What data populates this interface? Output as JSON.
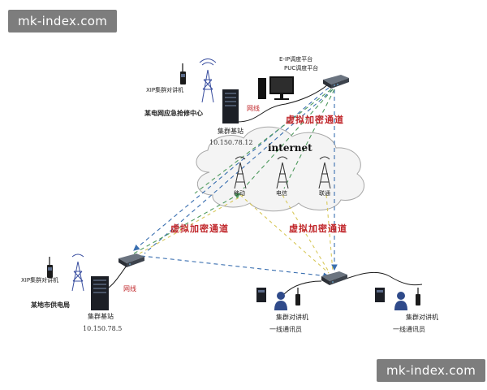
{
  "watermarks": {
    "top": "mk-index.com",
    "bottom": "mk-index.com"
  },
  "nodes": {
    "top_site": {
      "radio_label": "XIP集群对讲机",
      "station_label": "集群基站",
      "site_label": "某电网应急抢修中心",
      "ip": "10.150.78.12",
      "cable_label": "网线",
      "pc_label_1": "E-IP调度平台",
      "pc_label_2": "PUC调度平台"
    },
    "left_site": {
      "radio_label": "XIP集群对讲机",
      "station_label": "集群基站",
      "site_label": "某地市供电局",
      "ip": "10.150.78.5",
      "cable_label": "网线"
    },
    "internet": {
      "label": "internet",
      "towers": [
        "移动",
        "电信",
        "联通"
      ]
    },
    "field_1": {
      "radio_label": "集群对讲机",
      "person_label": "一线通讯员"
    },
    "field_2": {
      "radio_label": "集群对讲机",
      "person_label": "一线通讯员"
    }
  },
  "channel_labels": [
    "虚拟加密通道",
    "虚拟加密通道",
    "虚拟加密通道"
  ],
  "colors": {
    "blue_dash": "#3a6fb0",
    "green_dash": "#4f9a5e",
    "yellow_dash": "#d8c85a",
    "cable": "#1a1a1a",
    "label_red": "#c0262a"
  }
}
